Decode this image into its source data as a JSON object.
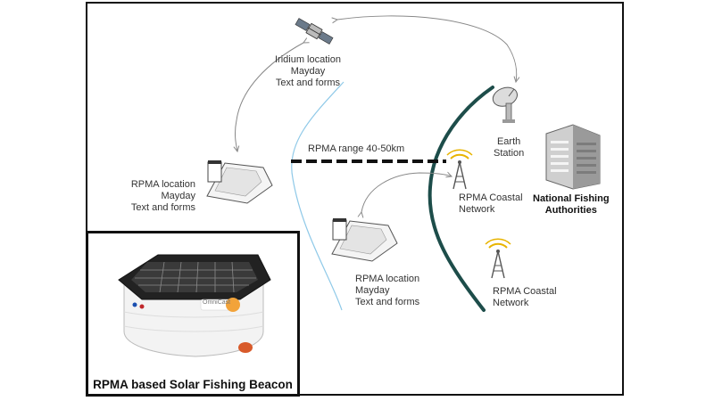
{
  "labels": {
    "iridium": [
      "Iridium location",
      "Mayday",
      "Text and forms"
    ],
    "rpma_boat_left": [
      "RPMA location",
      "Mayday",
      "Text and forms"
    ],
    "rpma_boat_mid": [
      "RPMA location",
      "Mayday",
      "Text and forms"
    ],
    "rpma_range": "RPMA range 40-50km",
    "earth_station": [
      "Earth",
      "Station"
    ],
    "coastal_network_1": [
      "RPMA Coastal",
      "Network"
    ],
    "coastal_network_2": [
      "RPMA Coastal",
      "Network"
    ],
    "authorities": [
      "National Fishing",
      "Authorities"
    ]
  },
  "inset": {
    "caption": "RPMA based Solar Fishing Beacon",
    "device_brand": "OmniCast"
  },
  "icons": [
    "satellite-icon",
    "boat-icon",
    "satellite-dish-icon",
    "radio-tower-icon",
    "building-icon",
    "beacon-device-icon"
  ],
  "colors": {
    "coastline": "#1d4d4a",
    "range_line": "#8fc9e8",
    "tower_signal": "#e8b400",
    "beacon_accent": "#f2a33a"
  }
}
